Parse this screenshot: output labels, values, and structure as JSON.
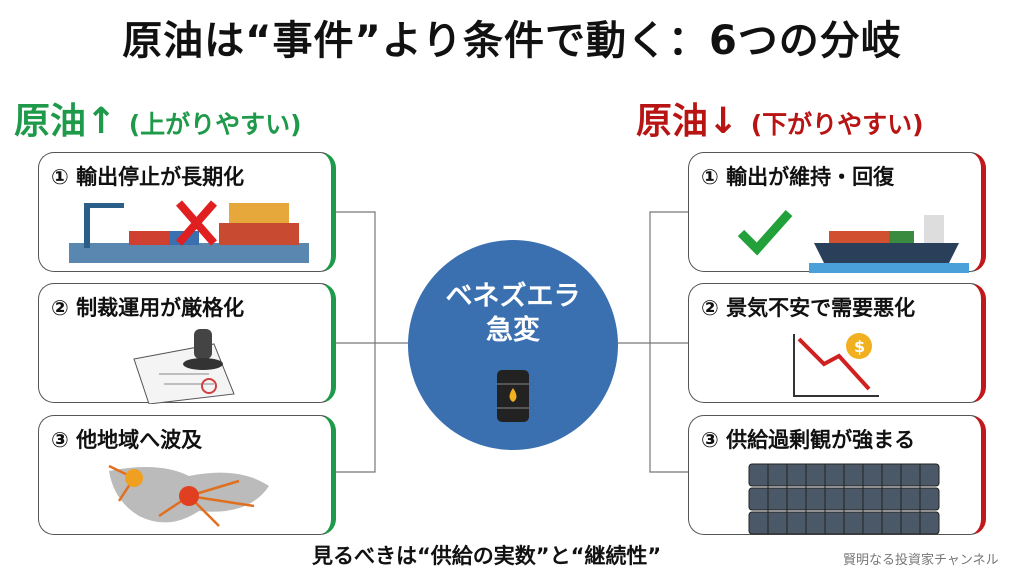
{
  "title": "原油は“事件”より条件で動く：6つの分岐",
  "left_header": {
    "main": "原油↑",
    "sub": "(上がりやすい)",
    "color": "#1e9a4a"
  },
  "right_header": {
    "main": "原油↓",
    "sub": "(下がりやすい)",
    "color": "#b81414"
  },
  "center": {
    "line1": "ベネズエラ",
    "line2": "急変",
    "icon": "oil-barrel-icon"
  },
  "left_cards": [
    {
      "label": "① 輸出停止が長期化",
      "icon": "port-blocked-icon"
    },
    {
      "label": "② 制裁運用が厳格化",
      "icon": "stamp-document-icon"
    },
    {
      "label": "③ 他地域へ波及",
      "icon": "world-spread-icon"
    }
  ],
  "right_cards": [
    {
      "label": "① 輸出が維持・回復",
      "icon": "check-tanker-icon"
    },
    {
      "label": "② 景気不安で需要悪化",
      "icon": "down-chart-dollar-icon"
    },
    {
      "label": "③ 供給過剰観が強まる",
      "icon": "barrels-stack-icon"
    }
  ],
  "footer": "見るべきは“供給の実数”と“継続性”",
  "credit": "賢明なる投資家チャンネル"
}
